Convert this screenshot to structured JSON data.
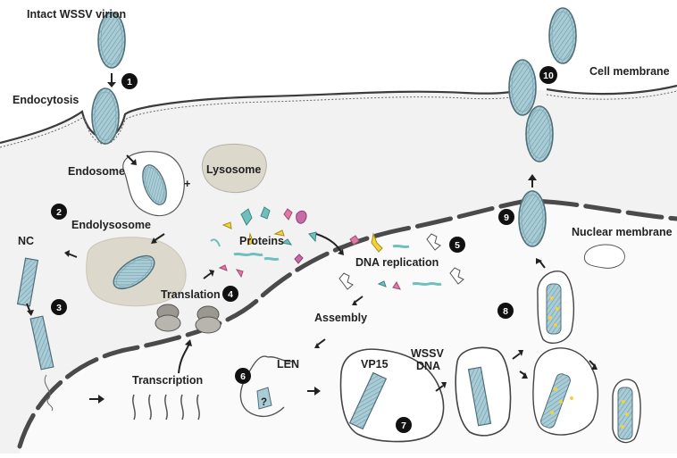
{
  "labels": {
    "intact_virion": "Intact WSSV virion",
    "endocytosis": "Endocytosis",
    "endosome": "Endosome",
    "plus": "+",
    "lysosome": "Lysosome",
    "endolysosome": "Endolysosome",
    "nc": "NC",
    "proteins": "Proteins",
    "translation": "Translation",
    "transcription": "Transcription",
    "dna_replication": "DNA replication",
    "assembly": "Assembly",
    "len": "LEN",
    "vp15": "VP15",
    "wssv": "WSSV",
    "dna": "DNA",
    "question": "?",
    "cell_membrane": "Cell membrane",
    "nuclear_membrane": "Nuclear membrane"
  },
  "steps": [
    "1",
    "2",
    "3",
    "4",
    "5",
    "6",
    "7",
    "8",
    "9",
    "10"
  ],
  "colors": {
    "virion_fill": "#a9ccd6",
    "virion_stroke": "#4f6f78",
    "membrane": "#3b3b3b",
    "lysosome": "#dcd8cc",
    "step_badge": "#111111",
    "cytoplasm": "#f3f3f3",
    "nucleus": "#fafafa",
    "protein_teal": "#6fc0bd",
    "protein_yellow": "#f2d33c",
    "protein_pink": "#e07aa5",
    "protein_purple": "#c66aa9"
  }
}
